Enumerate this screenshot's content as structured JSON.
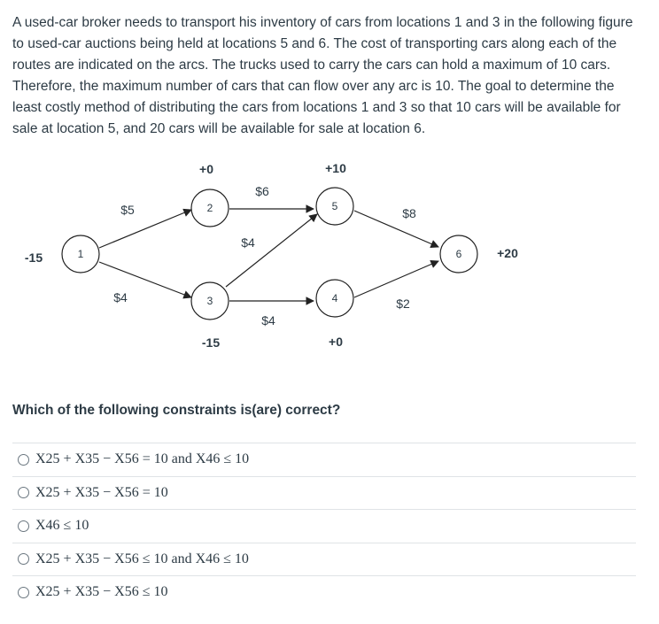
{
  "question": {
    "text": "A used-car broker needs to transport his inventory of cars from locations 1 and 3 in the following figure to used-car auctions being held at locations 5 and 6. The cost of transporting cars along each of the routes are indicated on the arcs. The trucks used to carry the cars can hold a maximum of 10 cars. Therefore, the maximum number of cars that can flow over any arc is 10. The goal to determine the least costly method of distributing the cars from locations 1 and 3 so that 10 cars will be available for sale at location 5, and 20 cars will be available for sale at location 6."
  },
  "network": {
    "nodes": [
      {
        "id": "1",
        "supply": "-15"
      },
      {
        "id": "2",
        "supply": "+0"
      },
      {
        "id": "3",
        "supply": "-15"
      },
      {
        "id": "4",
        "supply": "+0"
      },
      {
        "id": "5",
        "supply": "+10"
      },
      {
        "id": "6",
        "supply": "+20"
      }
    ],
    "arcs": [
      {
        "from": "1",
        "to": "2",
        "cost": "$5"
      },
      {
        "from": "1",
        "to": "3",
        "cost": "$4"
      },
      {
        "from": "2",
        "to": "5",
        "cost": "$6"
      },
      {
        "from": "3",
        "to": "5",
        "cost": "$4"
      },
      {
        "from": "3",
        "to": "4",
        "cost": "$4"
      },
      {
        "from": "5",
        "to": "6",
        "cost": "$8"
      },
      {
        "from": "4",
        "to": "6",
        "cost": "$2"
      }
    ]
  },
  "subquestion": "Which of the following constraints is(are) correct?",
  "options": [
    {
      "label": "X25 + X35 − X56 = 10 and X46 ≤ 10"
    },
    {
      "label": "X25 + X35 − X56 = 10"
    },
    {
      "label": "X46 ≤ 10"
    },
    {
      "label": "X25 + X35 − X56 ≤ 10 and X46 ≤ 10"
    },
    {
      "label": "X25 + X35 − X56 ≤ 10"
    }
  ]
}
